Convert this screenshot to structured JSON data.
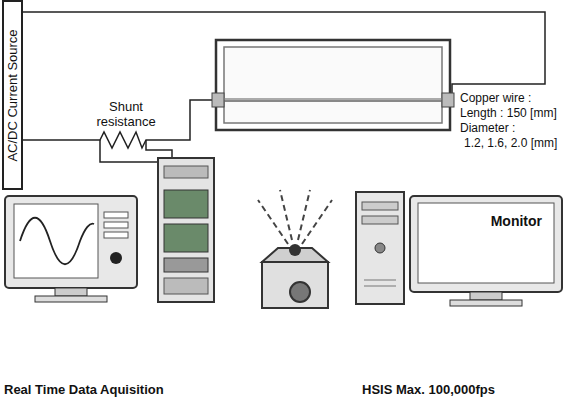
{
  "diagram": {
    "nodes": [
      {
        "text": [
          "AC/DC Current Source"
        ]
      },
      {
        "text": [
          "Monitor"
        ]
      }
    ],
    "labels": [
      "Shunt resistance",
      "Copper wire :",
      "Length : 150 [mm]",
      "Diameter :",
      "1.2, 1.6, 2.0 [mm]",
      "Real Time Data Aquisition",
      "HSIS Max. 100,000fps"
    ]
  }
}
